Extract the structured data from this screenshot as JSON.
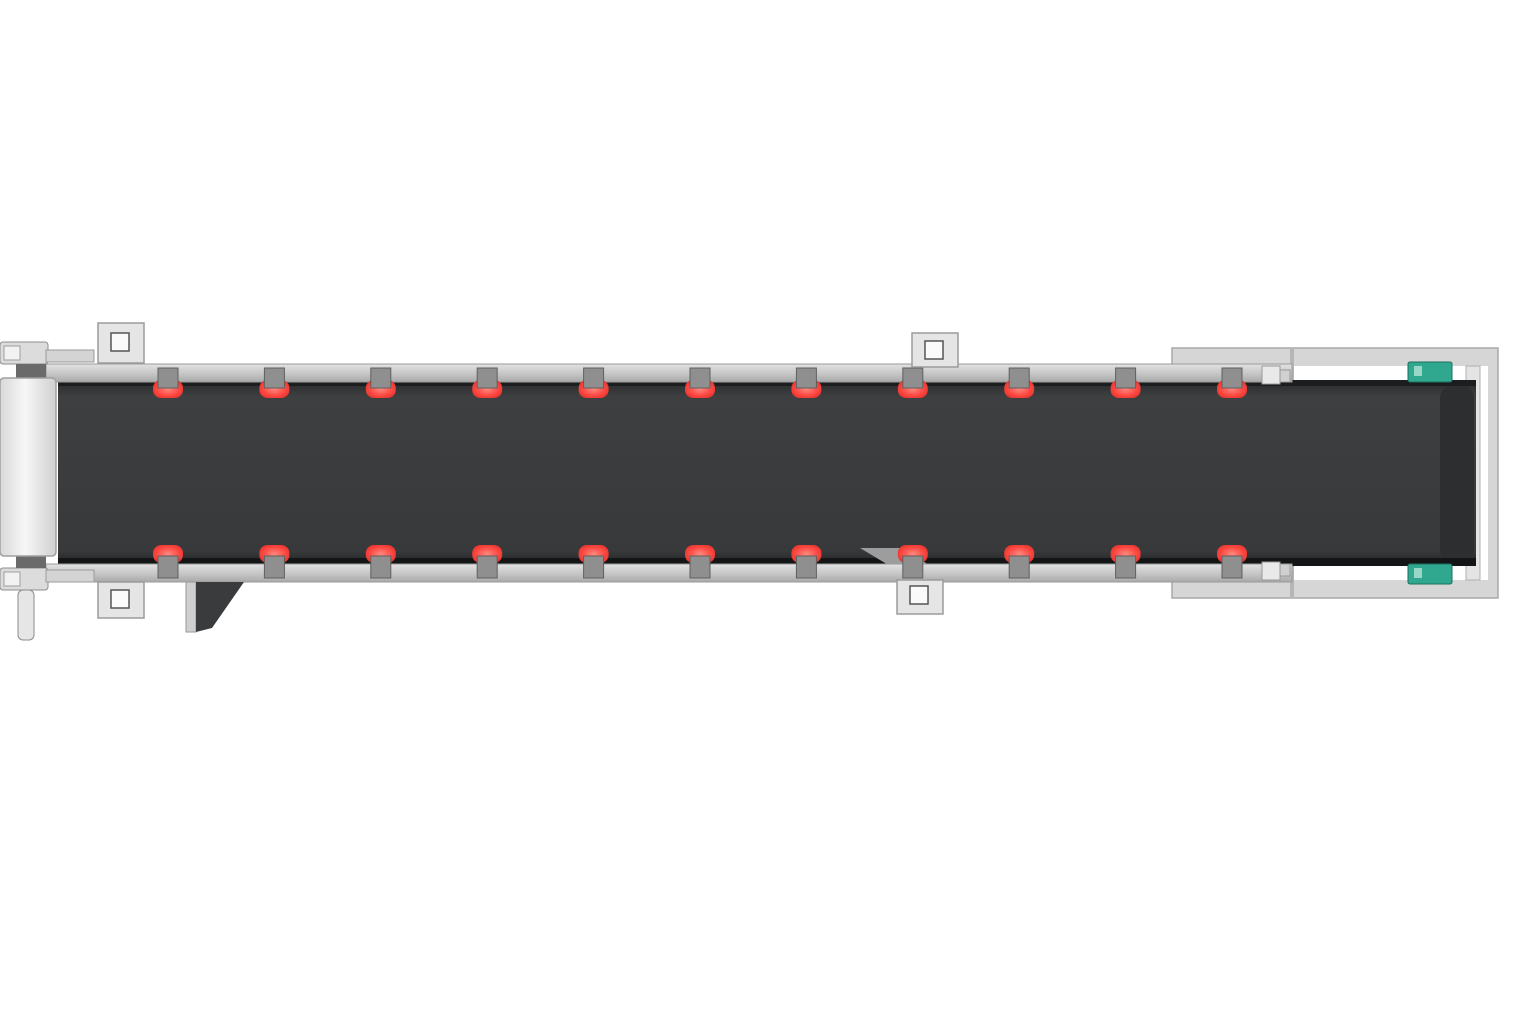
{
  "scene": {
    "background": "#ffffff",
    "frame_color": "#c9c9c9",
    "frame_dark": "#9a9a9a",
    "belt_color": "#3a3c3e",
    "belt_edge": "#1c1d1e",
    "light_color": "#ff4a43",
    "bracket_color": "#8f8f8f",
    "accent_color": "#2fa88f",
    "roller_color": "#eeeeee",
    "upper_light_count": 11,
    "lower_light_count": 11,
    "mount_plate_count": 4,
    "icons": [
      "drive-roller-icon",
      "mount-plate-icon",
      "idler-light-icon",
      "tension-block-icon",
      "support-leg-icon"
    ]
  }
}
